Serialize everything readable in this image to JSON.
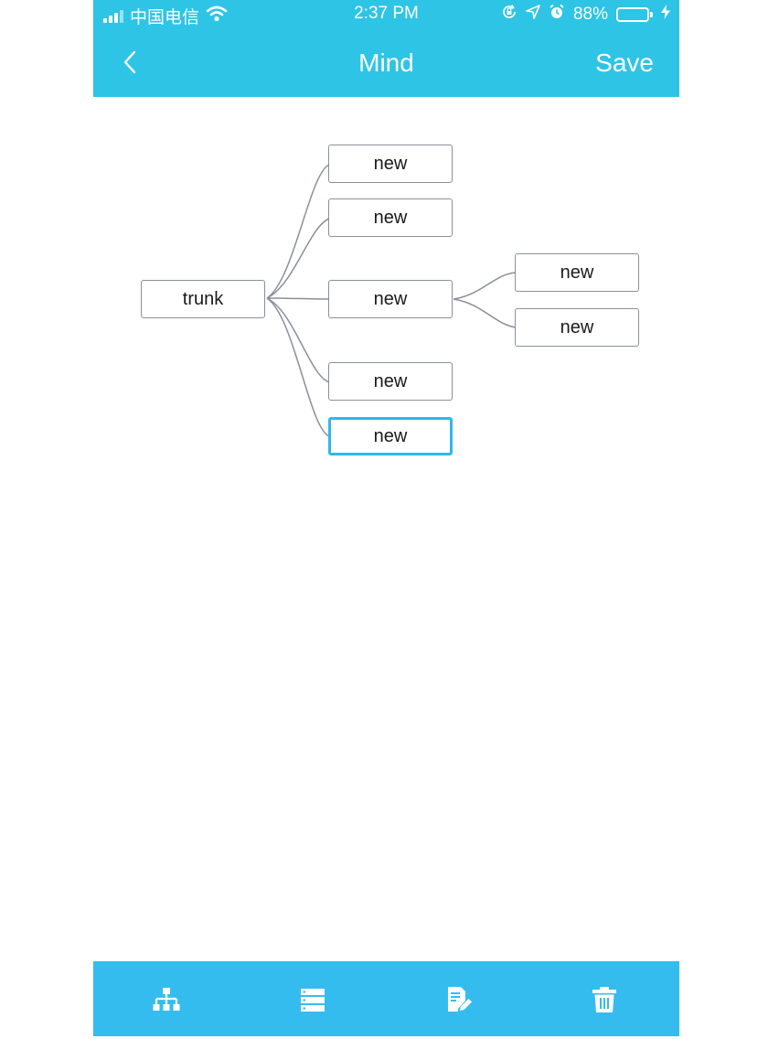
{
  "status_bar": {
    "carrier": "中国电信",
    "time": "2:37 PM",
    "battery": "88%",
    "battery_level": 0.88,
    "icons": [
      "signal-icon",
      "wifi-icon",
      "orientation-lock-icon",
      "location-icon",
      "alarm-icon",
      "battery-icon",
      "charging-icon"
    ]
  },
  "nav": {
    "title": "Mind",
    "save_label": "Save",
    "back_icon": "chevron-left-icon"
  },
  "mindmap": {
    "root": {
      "label": "trunk"
    },
    "children": [
      {
        "label": "new",
        "children": []
      },
      {
        "label": "new",
        "children": []
      },
      {
        "label": "new",
        "children": [
          {
            "label": "new"
          },
          {
            "label": "new"
          }
        ]
      },
      {
        "label": "new",
        "children": []
      },
      {
        "label": "new",
        "children": [],
        "selected": true
      }
    ]
  },
  "toolbar": {
    "items": [
      {
        "icon": "org-chart-icon"
      },
      {
        "icon": "list-layers-icon"
      },
      {
        "icon": "edit-note-icon"
      },
      {
        "icon": "trash-icon"
      }
    ]
  },
  "colors": {
    "header": "#2ec4e6",
    "toolbar": "#35bcee",
    "selected_border": "#2eb8ec",
    "node_border": "#8a8f99",
    "battery_fill": "#4cd964"
  }
}
